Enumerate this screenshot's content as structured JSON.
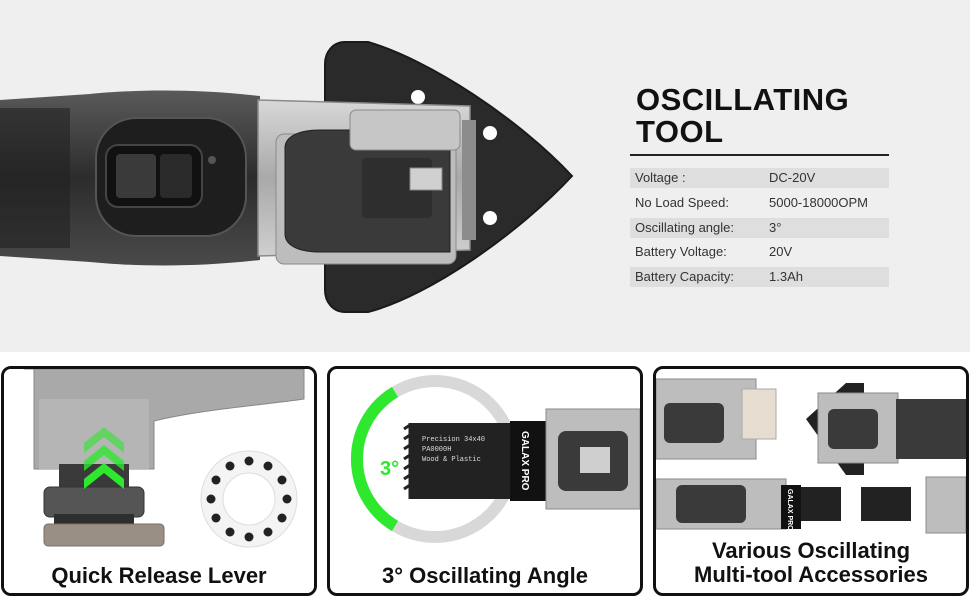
{
  "product": {
    "title_line1": "OSCILLATING",
    "title_line2": "TOOL"
  },
  "specs": [
    {
      "label": "Voltage :",
      "value": "DC-20V"
    },
    {
      "label": "No Load Speed:",
      "value": "5000-18000OPM"
    },
    {
      "label": "Oscillating angle:",
      "value": "3°"
    },
    {
      "label": "Battery Voltage:",
      "value": "20V"
    },
    {
      "label": "Battery Capacity:",
      "value": "1.3Ah"
    }
  ],
  "panels": {
    "quick_release": {
      "caption": "Quick Release Lever"
    },
    "angle": {
      "caption": "3° Oscillating Angle",
      "angle_label": "3°",
      "blade_text": [
        "Precision 34x40",
        "PA0000H",
        "Wood & Plastic"
      ],
      "brand": "GALAX PRO"
    },
    "accessories": {
      "caption_line1": "Various Oscillating",
      "caption_line2": "Multi-tool Accessories",
      "brand": "GALAX PRO"
    }
  },
  "colors": {
    "accent_green": "#2ee82e",
    "tool_dark": "#3a3a3a",
    "tool_silver": "#b8b8b8"
  }
}
